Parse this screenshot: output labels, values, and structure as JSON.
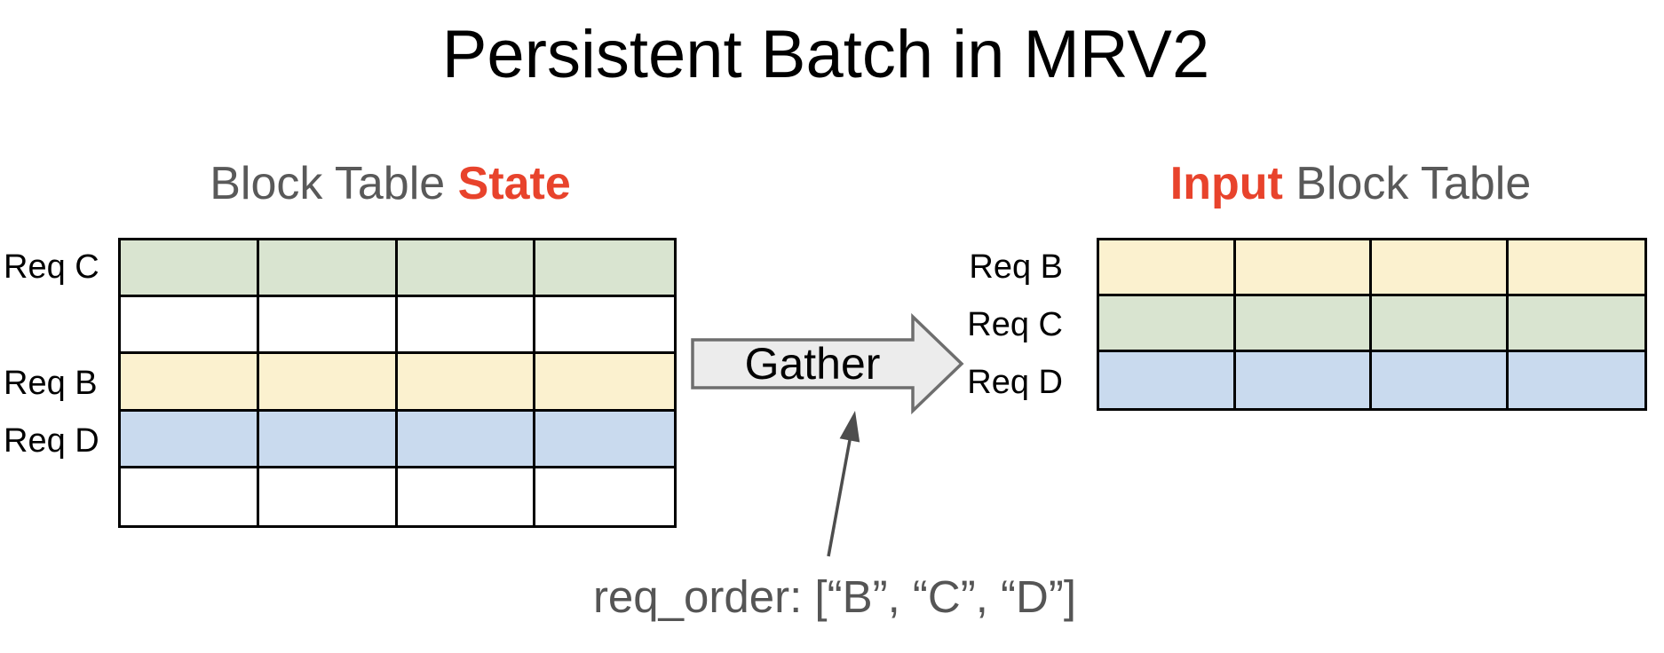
{
  "title": "Persistent Batch in MRV2",
  "left_table": {
    "heading_prefix": "Block Table ",
    "heading_highlight": "State",
    "columns": 4,
    "rows": [
      {
        "label": "Req C",
        "color": "green"
      },
      {
        "label": "",
        "color": "white"
      },
      {
        "label": "Req B",
        "color": "yellow"
      },
      {
        "label": "Req D",
        "color": "blue"
      },
      {
        "label": "",
        "color": "white"
      }
    ]
  },
  "right_table": {
    "heading_highlight": "Input",
    "heading_suffix": " Block Table",
    "columns": 4,
    "rows": [
      {
        "label": "Req B",
        "color": "yellow"
      },
      {
        "label": "Req C",
        "color": "green"
      },
      {
        "label": "Req D",
        "color": "blue"
      }
    ]
  },
  "gather_arrow": {
    "label": "Gather"
  },
  "annotation": {
    "req_order_text": "req_order: [“B”, “C”, “D”]"
  },
  "colors": {
    "highlight_red": "#E8432C",
    "heading_gray": "#595959",
    "green": "#D9E4D0",
    "yellow": "#FBF1CF",
    "blue": "#C9DAEE",
    "white": "#FFFFFF",
    "table_border": "#000000",
    "arrow_fill": "#ECECEC",
    "arrow_border": "#6E6E6E",
    "annotation_gray": "#4D4D4D",
    "text_gray": "#555555"
  }
}
